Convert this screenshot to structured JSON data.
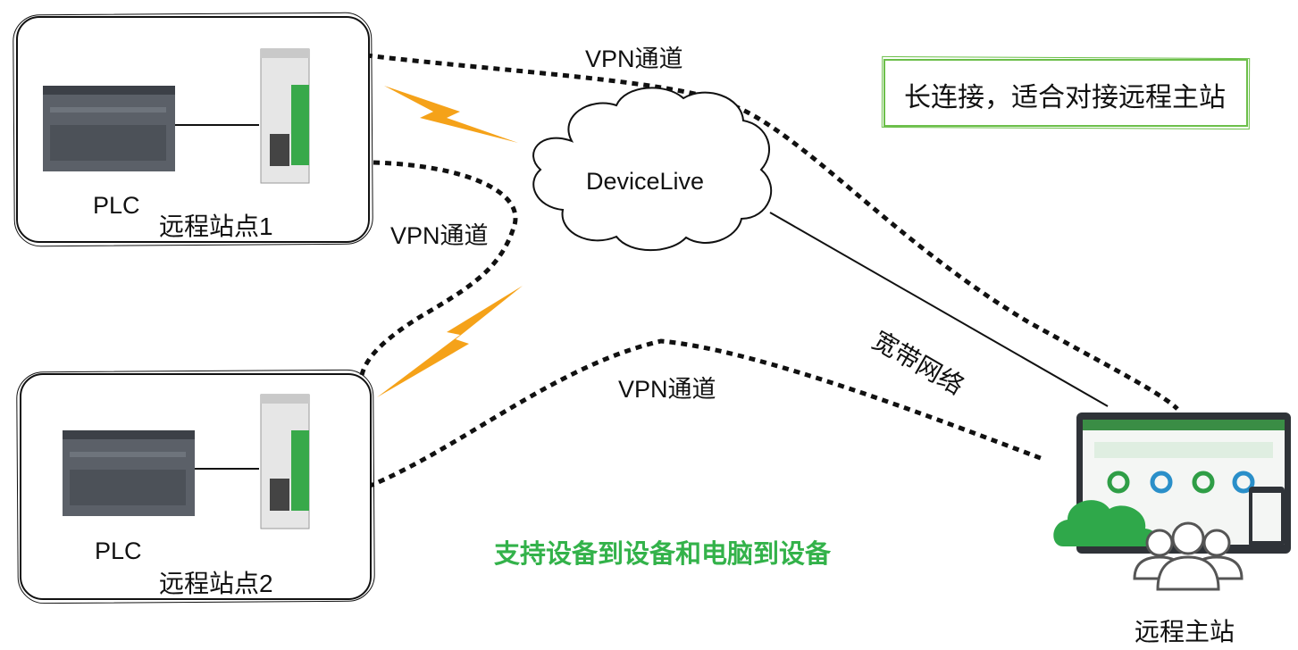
{
  "cloud": {
    "label": "DeviceLive"
  },
  "sites": [
    {
      "device_label": "PLC",
      "site_name": "远程站点1"
    },
    {
      "device_label": "PLC",
      "site_name": "远程站点2"
    }
  ],
  "tunnels": {
    "top": "VPN通道",
    "middle": "VPN通道",
    "bottom": "VPN通道"
  },
  "broadband": {
    "label": "宽带网络"
  },
  "note": {
    "text": "长连接，适合对接远程主站"
  },
  "caption": {
    "text": "支持设备到设备和电脑到设备"
  },
  "master": {
    "label": "远程主站"
  },
  "colors": {
    "accent_green": "#33b24a",
    "lightning": "#f5a219",
    "note_border": "#6cbf4a"
  }
}
